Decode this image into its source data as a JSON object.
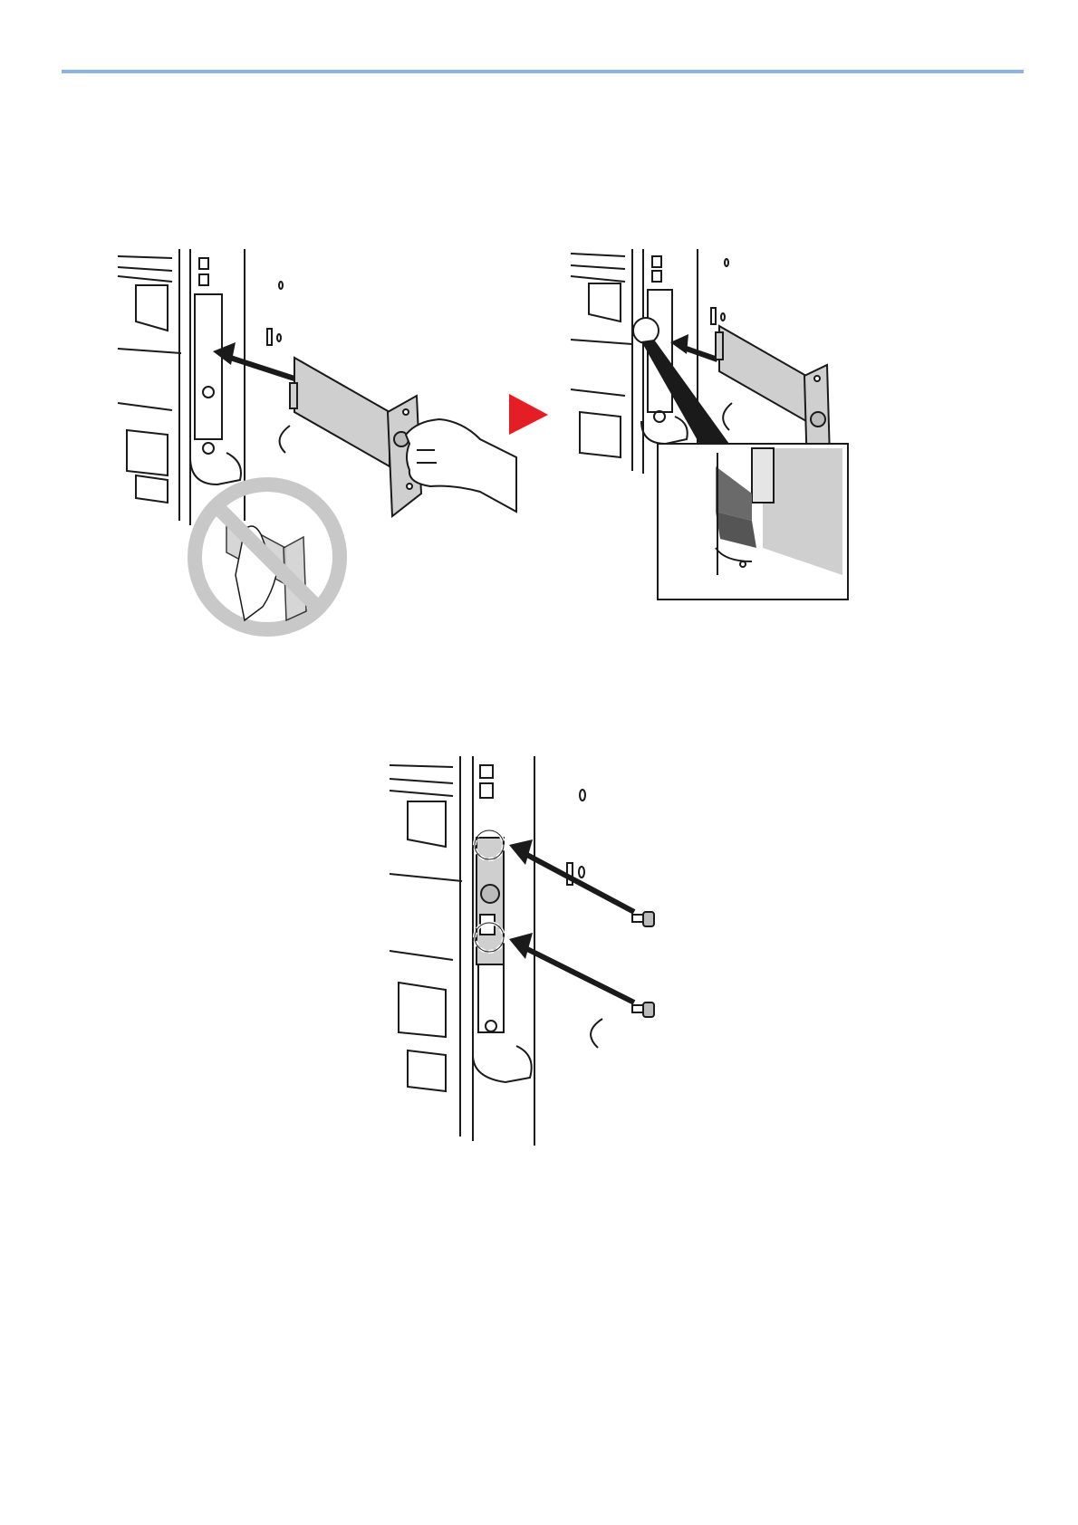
{
  "colors": {
    "header_rule": "#8db3e2",
    "next_step_arrow": "#e31e24",
    "card_fill": "#cfcfcf",
    "prohibition_sign": "#c8c8c8",
    "line_art": "#1a1a1a"
  },
  "figures": [
    {
      "icon": "insert-card-illustration"
    },
    {
      "icon": "next-step-arrow-icon"
    },
    {
      "icon": "card-aligned-illustration"
    },
    {
      "icon": "fasten-screws-illustration"
    }
  ]
}
